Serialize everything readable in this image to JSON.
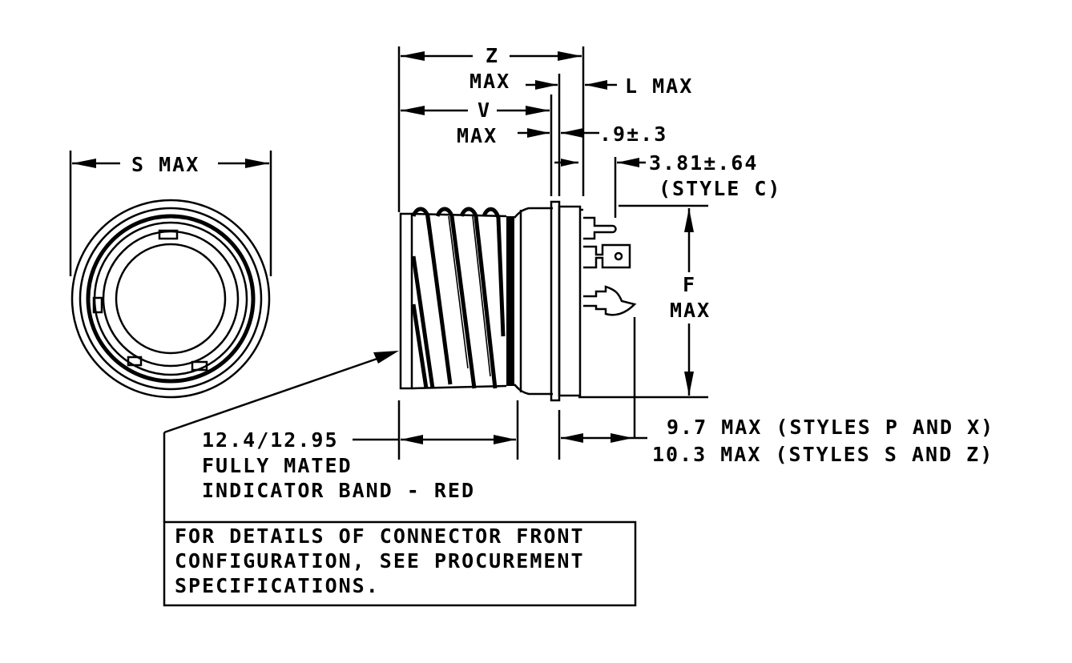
{
  "labels": {
    "s_max": "S MAX",
    "z": "Z",
    "z_max": "MAX",
    "l_max": "L MAX",
    "v": "V",
    "v_max": "MAX",
    "dim_09": ".9±.3",
    "dim_381": "3.81±.64",
    "style_c": "(STYLE C)",
    "f": "F",
    "f_max": "MAX",
    "dim_124": "12.4/12.95",
    "fully_mated": "FULLY MATED",
    "indicator_band": "INDICATOR BAND - RED",
    "dim_97": "9.7 MAX (STYLES P AND X)",
    "dim_103": "10.3 MAX (STYLES S AND Z)"
  },
  "note": {
    "line1": "FOR DETAILS OF CONNECTOR FRONT",
    "line2": "CONFIGURATION, SEE PROCUREMENT",
    "line3": "SPECIFICATIONS."
  }
}
